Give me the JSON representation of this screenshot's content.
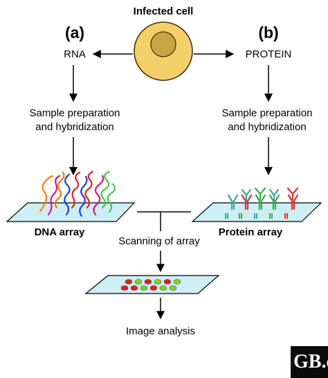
{
  "title": "Infected cell",
  "branch_a": {
    "letter": "(a)",
    "molecule": "RNA",
    "step_line1": "Sample preparation",
    "step_line2": "and hybridization",
    "array_label": "DNA array"
  },
  "branch_b": {
    "letter": "(b)",
    "molecule": "PROTEIN",
    "step_line1": "Sample preparation",
    "step_line2": "and hybridization",
    "array_label": "Protein array"
  },
  "scanning_label": "Scanning of array",
  "analysis_label": "Image analysis",
  "corner_mark": "GB.c",
  "colors": {
    "cell_fill": "#f5d06a",
    "cell_nucleus": "#c9a445",
    "array_fill": "#cdeef4",
    "dna_strands": [
      "#ff7a00",
      "#1a3fd9",
      "#e02020",
      "#42c64a",
      "#d0138a"
    ],
    "antibody_teal": "#3aa99a",
    "antibody_green": "#2fae3e",
    "antibody_red": "#e0302a",
    "spot_red": "#e02020",
    "spot_green": "#7ed321"
  }
}
